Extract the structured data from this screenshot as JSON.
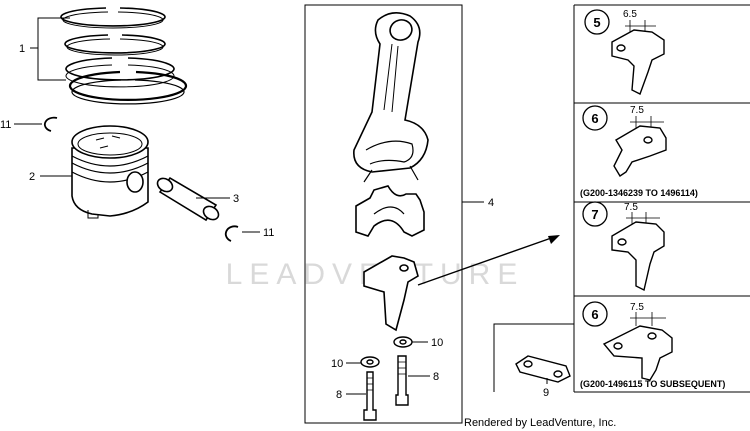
{
  "watermark": "LEADVENTURE",
  "credit": "Rendered by LeadVenture, Inc.",
  "callouts": {
    "rings": "1",
    "piston": "2",
    "pin": "3",
    "connecting_rod": "4",
    "bolt_a": "8",
    "bolt_b": "8",
    "plate": "9",
    "washer_a": "10",
    "washer_b": "10",
    "clip_a": "11",
    "clip_b": "11"
  },
  "variants": [
    {
      "id": "5",
      "dimension": "6.5",
      "range": ""
    },
    {
      "id": "6",
      "dimension": "7.5",
      "range": "(G200-1346239 TO 1496114)"
    },
    {
      "id": "7",
      "dimension": "7.5",
      "range": ""
    },
    {
      "id": "6",
      "dimension": "7.5",
      "range": "(G200-1496115 TO SUBSEQUENT)"
    }
  ]
}
